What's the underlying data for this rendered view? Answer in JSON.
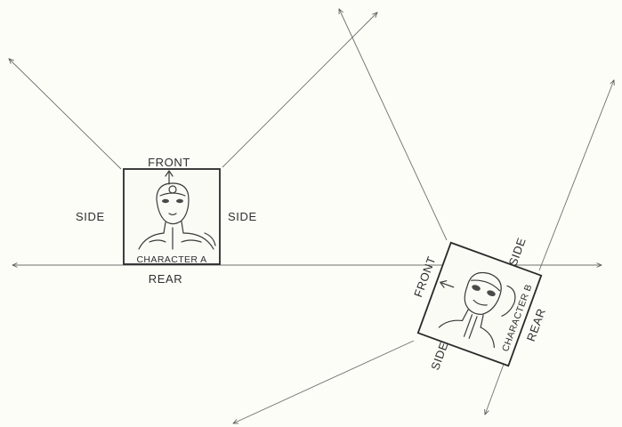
{
  "character_a": {
    "name_label": "CHARACTER A",
    "front_label": "FRONT",
    "rear_label": "REAR",
    "side_left_label": "SIDE",
    "side_right_label": "SIDE"
  },
  "character_b": {
    "name_label": "CHARACTER B",
    "front_label": "FRONT",
    "rear_label": "REAR",
    "side_top_label": "SIDE",
    "side_bottom_label": "SIDE"
  },
  "colors": {
    "paper": "#fdfdf8",
    "ink": "#2a2a2a",
    "sightline": "#6e6e6e"
  }
}
